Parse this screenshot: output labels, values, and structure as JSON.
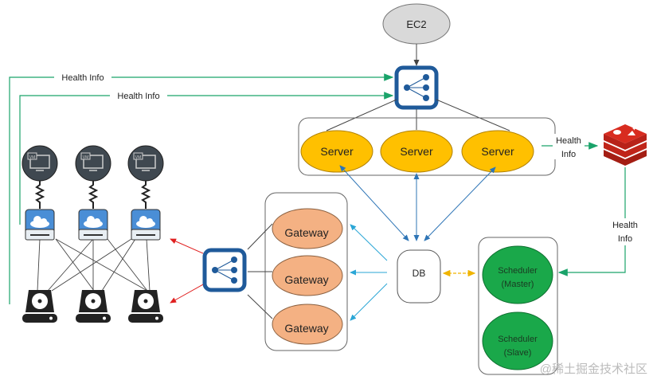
{
  "nodes": {
    "ec2": "EC2",
    "servers": [
      "Server",
      "Server",
      "Server"
    ],
    "gateways": [
      "Gateway",
      "Gateway",
      "Gateway"
    ],
    "db": "DB",
    "scheduler_master": [
      "Scheduler",
      "(Master)"
    ],
    "scheduler_slave": [
      "Scheduler",
      "(Slave)"
    ],
    "vm_label": "VM"
  },
  "edge_labels": {
    "health_info_1": "Health Info",
    "health_info_2": "Health Info",
    "health_info_redis": [
      "Health",
      "Info"
    ],
    "health_info_scheduler": [
      "Health",
      "Info"
    ]
  },
  "watermark": "@稀土掘金技术社区",
  "colors": {
    "ec2": "#d9d9d9",
    "server": "#ffc000",
    "gateway": "#f4b183",
    "scheduler": "#1aa84a",
    "load_balancer": "#1f5a9a",
    "health_line": "#1aa36a",
    "db_arrow": "#2e75b6",
    "gateway_arrow": "#2aa6d6",
    "sync_arrow": "#f0b400",
    "red_arrow": "#e02020",
    "redis": "#d82c20"
  }
}
